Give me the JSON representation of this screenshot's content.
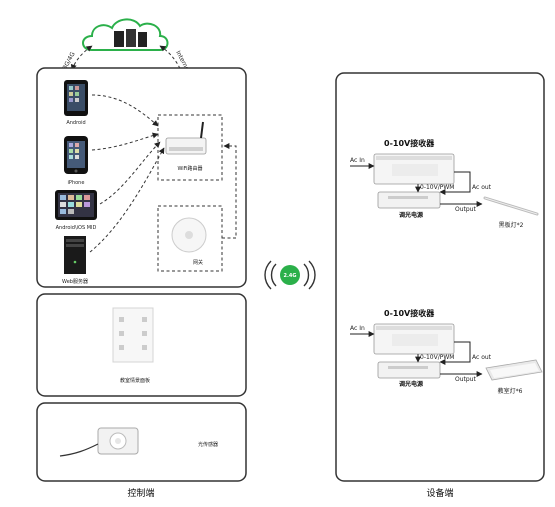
{
  "cloud": {
    "link_left_label": "3G/4G",
    "link_right_label": "Internet",
    "accent_color": "#2bb04a"
  },
  "control_side": {
    "title": "控制端",
    "devices": {
      "android": "Android",
      "iphone": "iPhone",
      "tablet": "Android\\iOS MID",
      "server": "Web服务器",
      "router": "WiFi路由器",
      "gateway": "网关"
    },
    "scene_panel": "教室情景面板",
    "light_sensor": "光传感器"
  },
  "wireless": {
    "badge": "2.4G",
    "badge_color": "#2bb04a"
  },
  "device_side": {
    "title": "设备端",
    "groups": [
      {
        "receiver": "0-10V接收器",
        "ac_in": "Ac In",
        "signal": "0-10V/PWM",
        "ac_out": "Ac out",
        "power": "调光电源",
        "output": "Output",
        "lamp": "黑板灯*2"
      },
      {
        "receiver": "0-10V接收器",
        "ac_in": "Ac In",
        "signal": "0-10V/PWM",
        "ac_out": "Ac out",
        "power": "调光电源",
        "output": "Output",
        "lamp": "教室灯*6"
      }
    ]
  }
}
